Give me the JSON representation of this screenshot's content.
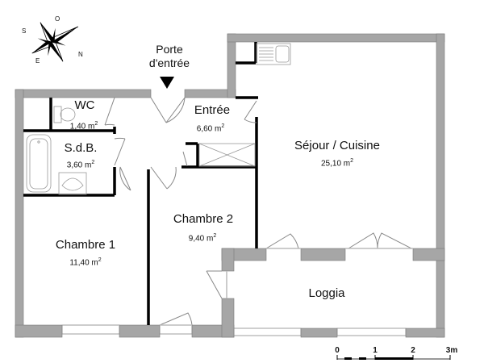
{
  "plan": {
    "entrance_label": "Porte d'entrée",
    "entrance_line1": "Porte",
    "entrance_line2": "d'entrée",
    "wall_color": "#a6a6a6",
    "partition_color": "#000000",
    "fixture_color": "#999999"
  },
  "compass": {
    "labels": {
      "top": "O",
      "left": "S",
      "bottom": "E",
      "right": "N"
    }
  },
  "rooms": [
    {
      "name": "WC",
      "area": "1,40 m²",
      "area_value": "1,40 m",
      "unit_sup": "2"
    },
    {
      "name": "S.d.B.",
      "area": "3,60 m²",
      "area_value": "3,60 m",
      "unit_sup": "2"
    },
    {
      "name": "Entrée",
      "area": "6,60 m²",
      "area_value": "6,60 m",
      "unit_sup": "2"
    },
    {
      "name": "Séjour / Cuisine",
      "area": "25,10 m²",
      "area_value": "25,10 m",
      "unit_sup": "2"
    },
    {
      "name": "Chambre 2",
      "area": "9,40 m²",
      "area_value": "9,40 m",
      "unit_sup": "2"
    },
    {
      "name": "Chambre 1",
      "area": "11,40 m²",
      "area_value": "11,40 m",
      "unit_sup": "2"
    },
    {
      "name": "Loggia",
      "area": "",
      "area_value": "",
      "unit_sup": ""
    }
  ],
  "scale_bar": {
    "ticks": [
      "0",
      "1",
      "2",
      "3m"
    ]
  }
}
